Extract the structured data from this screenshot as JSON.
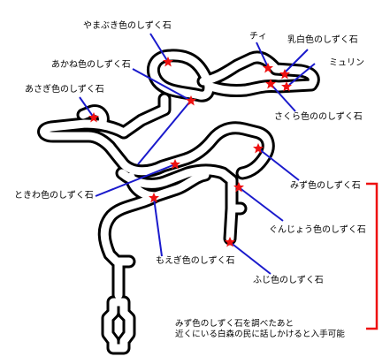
{
  "colors": {
    "wall": "#000000",
    "pointer": "#1a1acc",
    "marker": "#ee1111",
    "bracket": "#ee1111"
  },
  "labels": {
    "yamabuki": "やまぶき色のしずく石",
    "akane": "あかね色のしずく石",
    "asagi": "あさぎ色のしずく石",
    "chii": "チィ",
    "nyuhaku": "乳白色のしずく石",
    "myurin": "ミュリン",
    "sakura": "さくら色ののしずく石",
    "mizu": "みず色のしずく石",
    "tokiwa": "ときわ色のしずく石",
    "gunjou": "ぐんじょう色のしずく石",
    "moegi": "もえぎ色のしずく石",
    "fuji": "ふじ色のしずく石"
  },
  "note": {
    "line1": "みず色のしずく石を調べたあと",
    "line2": "近くにいる白森の民に話しかけると入手可能"
  },
  "icons": {
    "marker": "star-icon"
  }
}
